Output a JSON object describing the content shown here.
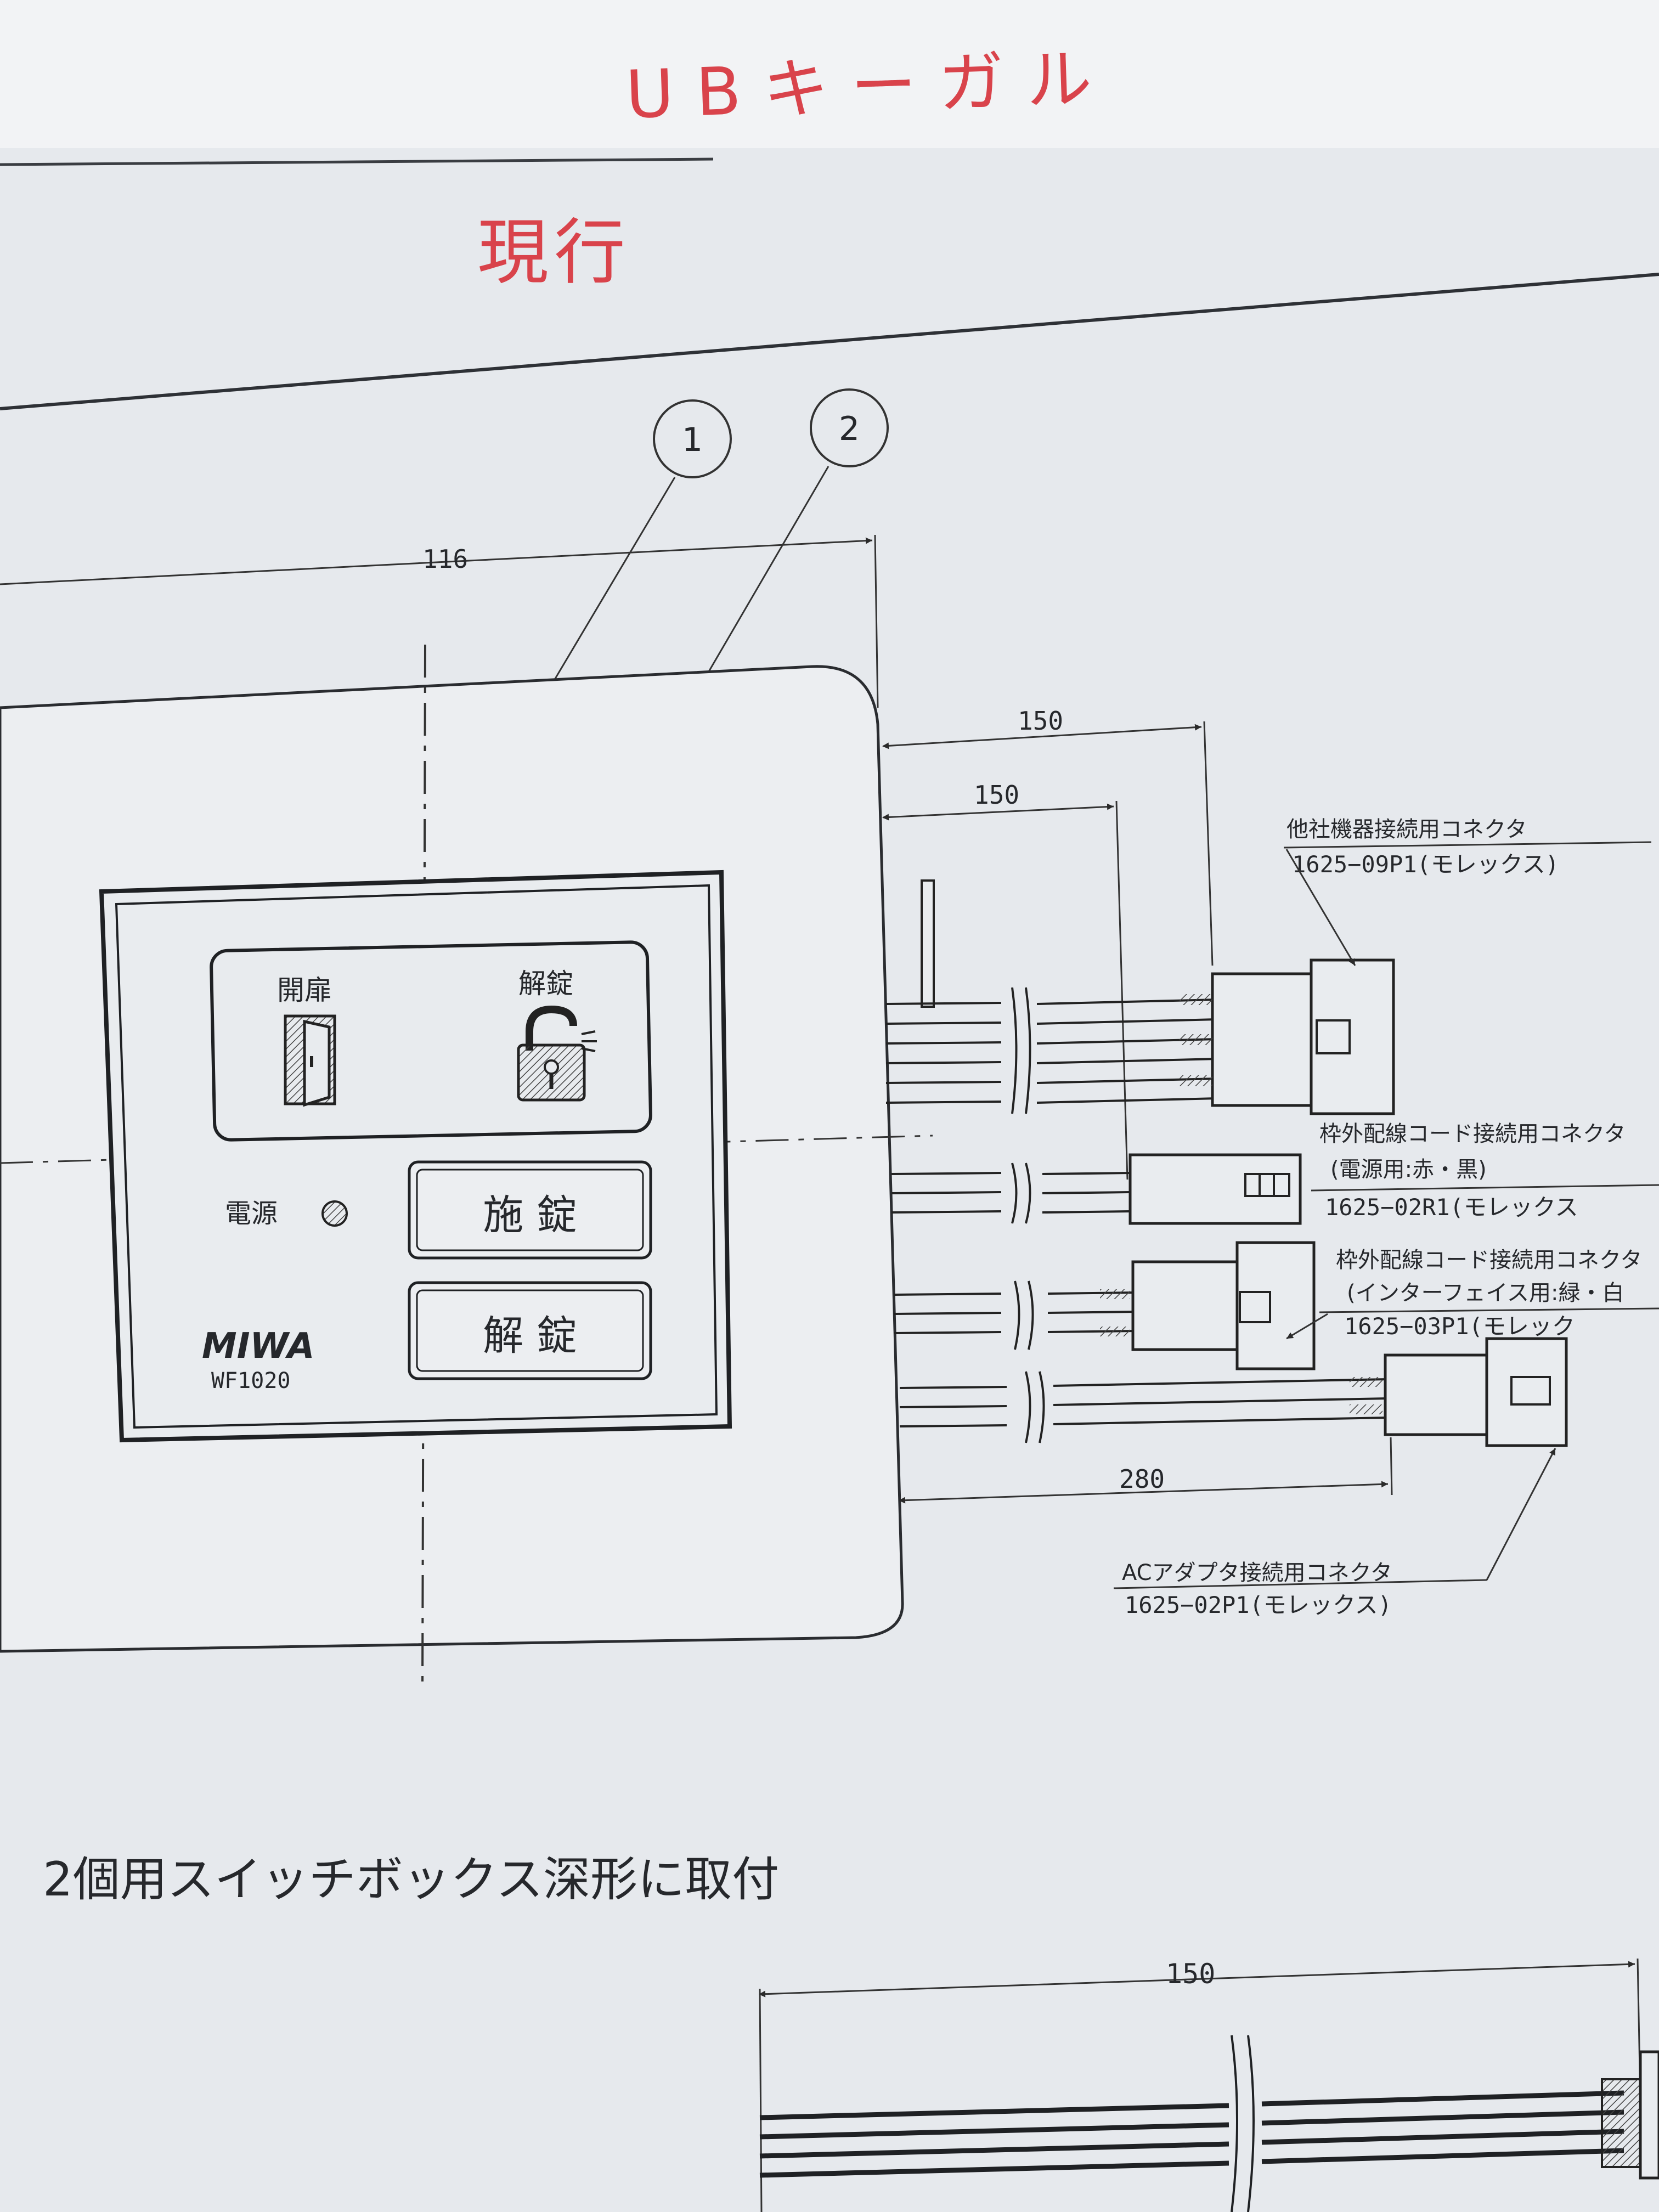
{
  "handwritten": {
    "top_note": "UBキーガル",
    "second_note": "現行"
  },
  "callouts": {
    "one": "1",
    "two": "2"
  },
  "dimensions": {
    "panel_width": "116",
    "cable_top": "150",
    "cable_second": "150",
    "cable_ac": "280",
    "lower_cable": "150"
  },
  "panel": {
    "open_door_label": "開扉",
    "unlock_label": "解錠",
    "power_label": "電源",
    "lock_button": "施 錠",
    "unlock_button": "解 錠",
    "brand": "MIWA",
    "model": "WF1020"
  },
  "connectors": {
    "other_device": {
      "title": "他社機器接続用コネクタ",
      "part": "1625−09P1(モレックス)"
    },
    "power_cord": {
      "title": "枠外配線コード接続用コネクタ",
      "note": "(電源用:赤・黒)",
      "part": "1625−02R1(モレックス"
    },
    "interface_cord": {
      "title": "枠外配線コード接続用コネクタ",
      "note": "(インターフェイス用:緑・白",
      "part": "1625−03P1(モレック"
    },
    "ac_adapter": {
      "title": "ACアダプタ接続用コネクタ",
      "part": "1625−02P1(モレックス)"
    }
  },
  "mounting_note": "2個用スイッチボックス深形に取付"
}
